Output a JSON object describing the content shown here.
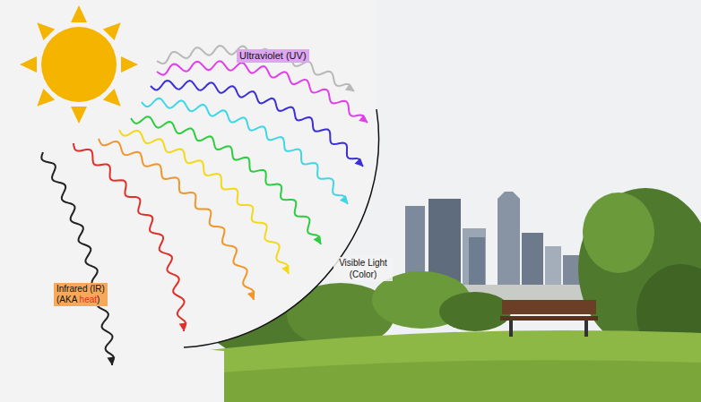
{
  "diagram": {
    "nodes": [
      {
        "text": [
          "Ultraviolet (UV)"
        ]
      },
      {
        "text": [
          "Infrared (IR)",
          "(AKA heat)"
        ]
      }
    ],
    "labels": [
      "Visible Light (Color)"
    ]
  }
}
